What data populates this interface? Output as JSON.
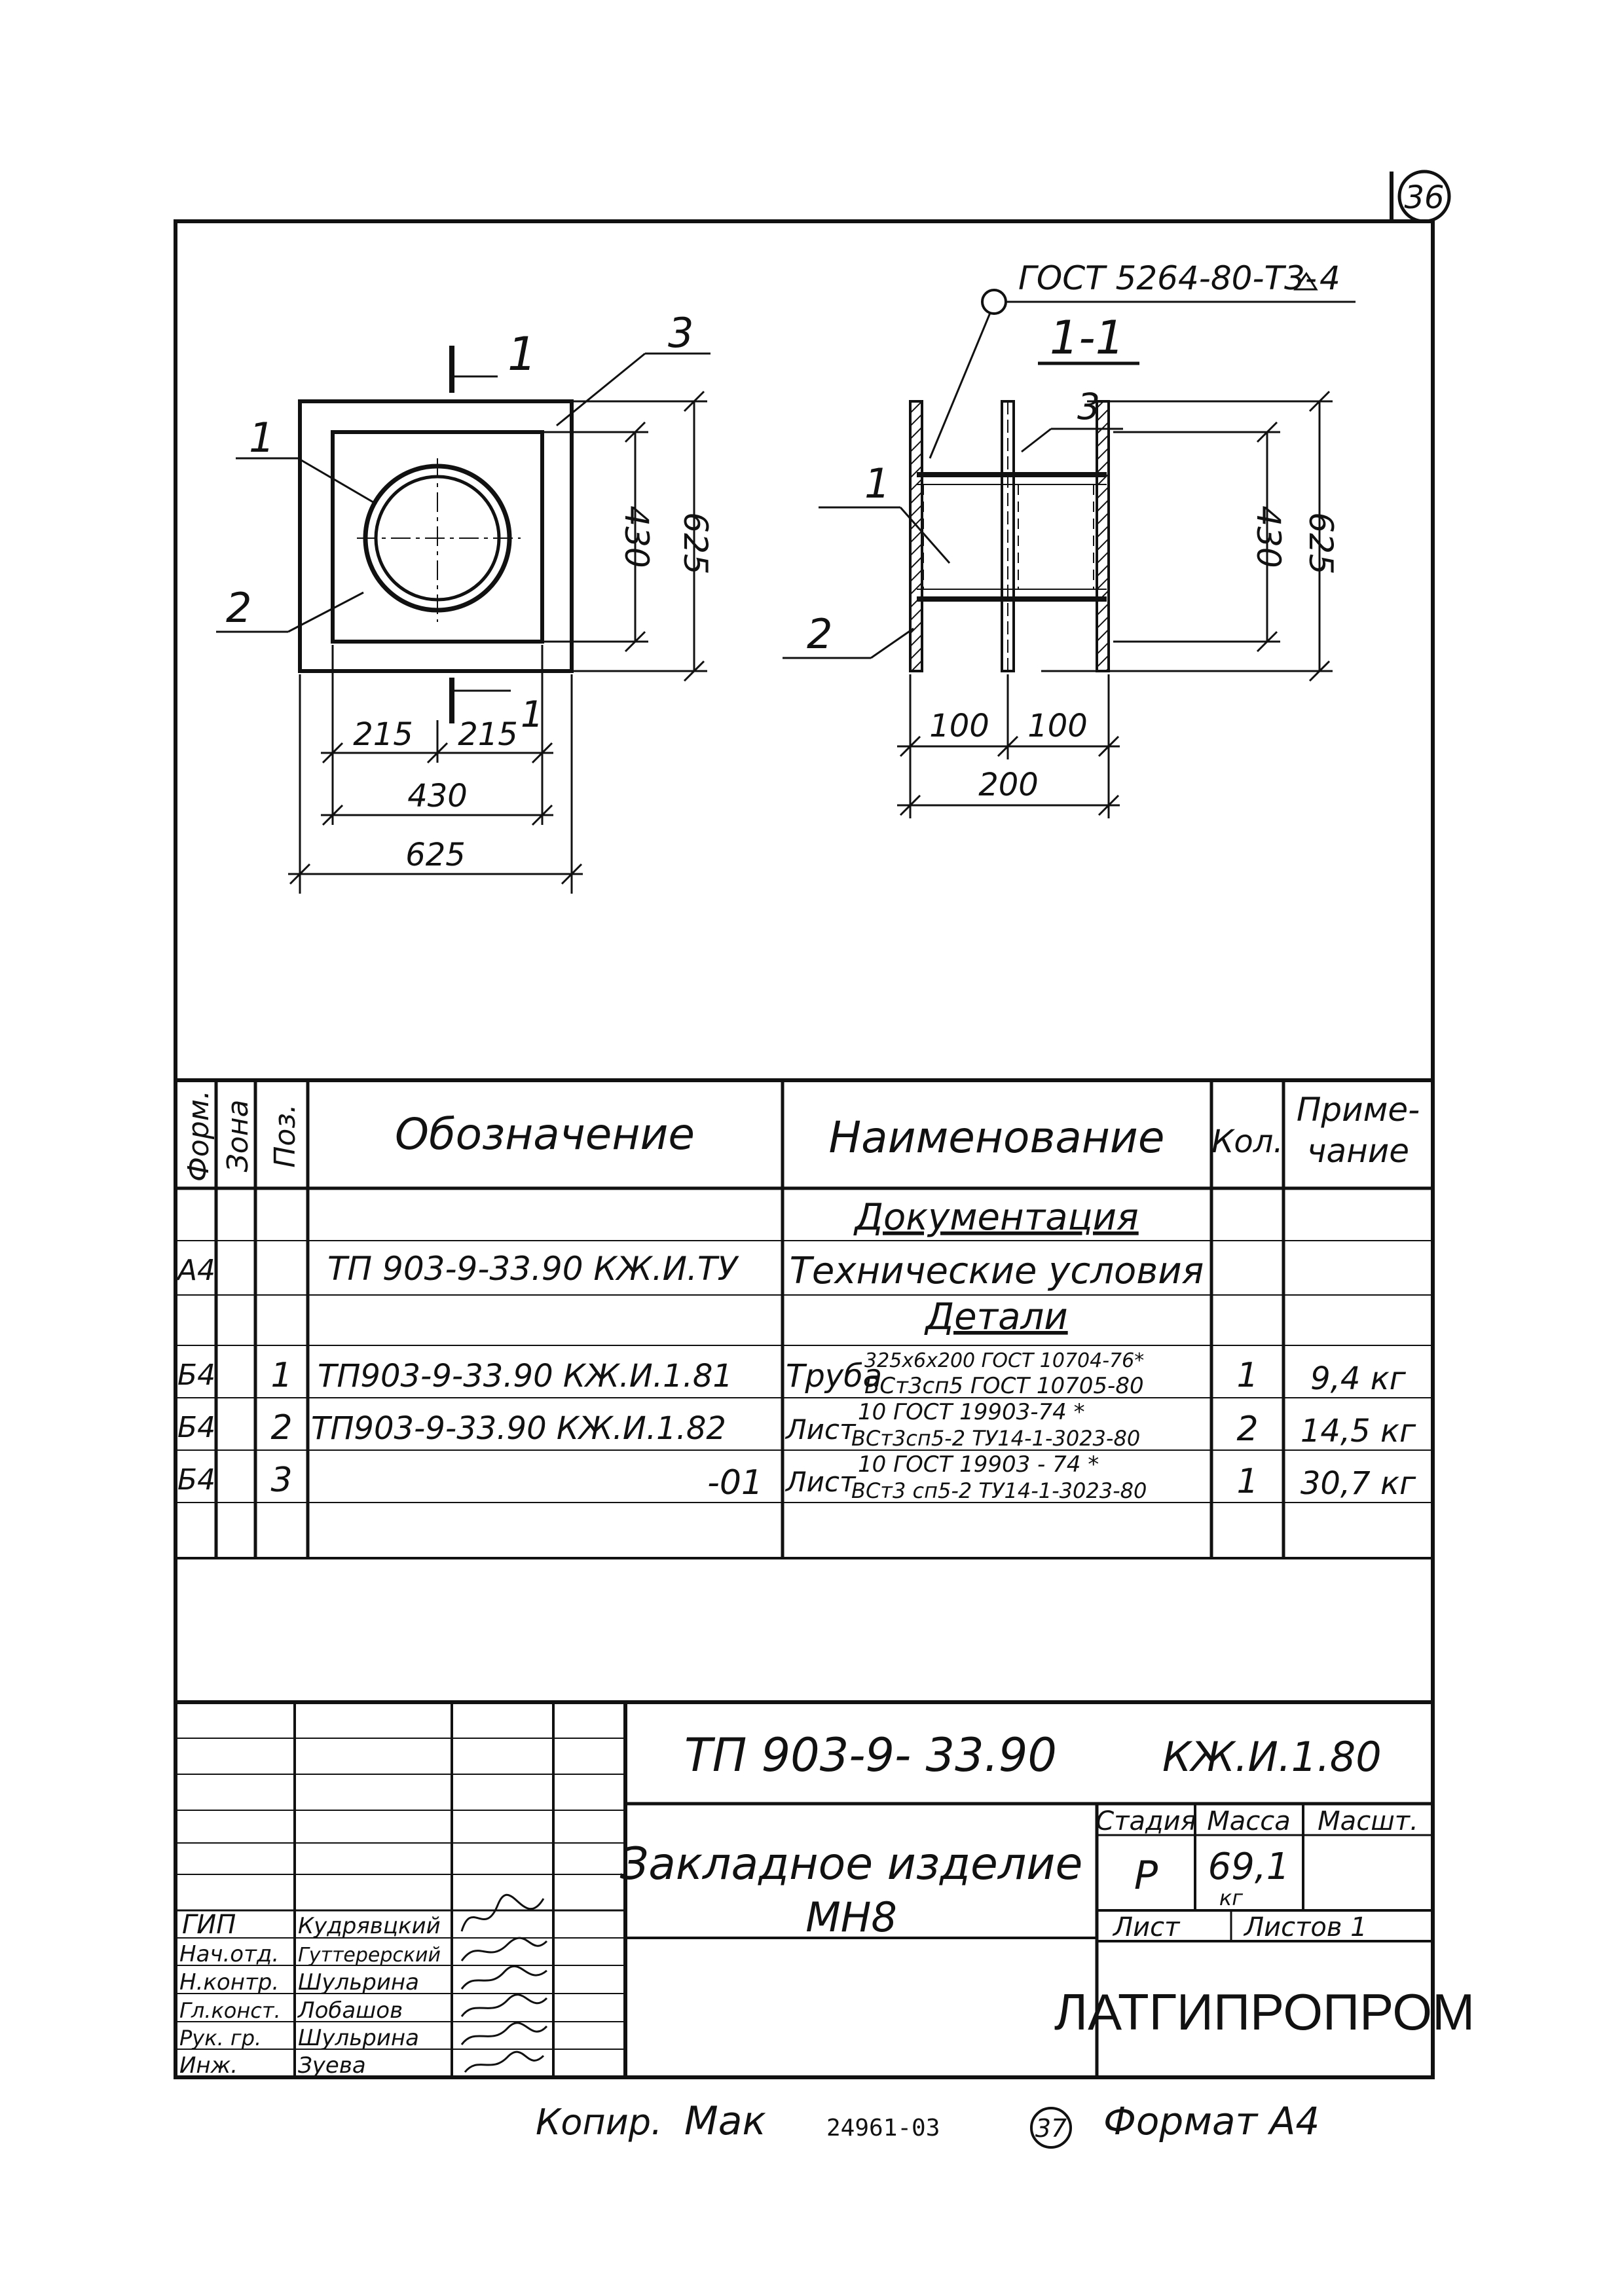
{
  "page_number": "36",
  "bottom_page_number": "37",
  "drawing": {
    "plan": {
      "section_mark": "1",
      "section_mark_bottom": "1",
      "callouts": [
        "1",
        "2",
        "3"
      ],
      "dims": {
        "inner_height": "430",
        "outer_height": "625",
        "half_left": "215",
        "half_right": "215",
        "inner_width": "430",
        "outer_width": "625"
      }
    },
    "section": {
      "title": "1-1",
      "weld_note": "ГОСТ 5264-80-Т3-",
      "weld_size": "4",
      "callouts": [
        "1",
        "2",
        "3"
      ],
      "dims": {
        "inner_height": "430",
        "outer_height": "625",
        "half_left": "100",
        "half_right": "100",
        "total": "200"
      }
    }
  },
  "spec_table": {
    "headers": {
      "format": "Форм.",
      "zone": "Зона",
      "pos": "Поз.",
      "designation": "Обозначение",
      "name": "Наименование",
      "qty": "Кол.",
      "note_line1": "Приме-",
      "note_line2": "чание"
    },
    "section_documentation": "Документация",
    "doc_row": {
      "format": "А4",
      "designation": "ТП 903-9-33.90   КЖ.И.ТУ",
      "name": "Технические условия"
    },
    "section_details": "Детали",
    "rows": [
      {
        "format": "Б4",
        "pos": "1",
        "designation": "ТП903-9-33.90   КЖ.И.1.81",
        "name_main": "Труба",
        "name_top": "325х6х200 ГОСТ 10704-76*",
        "name_bottom": "ВСт3сп5 ГОСТ 10705-80",
        "qty": "1",
        "note": "9,4 кг"
      },
      {
        "format": "Б4",
        "pos": "2",
        "designation": "ТП903-9-33.90   КЖ.И.1.82",
        "name_main": "Лист",
        "name_top": "10  ГОСТ 19903-74 *",
        "name_bottom": "ВСт3сп5-2 ТУ14-1-3023-80",
        "qty": "2",
        "note": "14,5 кг"
      },
      {
        "format": "Б4",
        "pos": "3",
        "designation": "-01",
        "name_main": "Лист",
        "name_top": "10  ГОСТ 19903 - 74 *",
        "name_bottom": "ВСт3 сп5-2 ТУ14-1-3023-80",
        "qty": "1",
        "note": "30,7 кг"
      }
    ]
  },
  "title_block": {
    "doc_code": "ТП 903-9- 33.90",
    "doc_sheet_code": "КЖ.И.1.80",
    "title_line1": "Закладное изделие",
    "title_line2": "МН8",
    "stage_label": "Стадия",
    "mass_label": "Масса",
    "scale_label": "Масшт.",
    "stage_value": "Р",
    "mass_value": "69,1",
    "mass_unit": "кг",
    "sheet_label": "Лист",
    "sheets_label": "Листов 1",
    "company": "ЛАТГИПРОПРОМ",
    "roles": [
      {
        "role": "ГИП",
        "name": "Кудрявцкий"
      },
      {
        "role": "Нач.отд.",
        "name": "Гуттерерский"
      },
      {
        "role": "Н.контр.",
        "name": "Шульрина"
      },
      {
        "role": "Гл.конст.",
        "name": "Лобашов"
      },
      {
        "role": "Рук. гр.",
        "name": "Шульрина"
      },
      {
        "role": "Инж.",
        "name": "Зуева"
      }
    ]
  },
  "footer": {
    "copied": "Копир.",
    "copied_by": "Мак",
    "order": "24961-03",
    "format": "Формат А4"
  }
}
